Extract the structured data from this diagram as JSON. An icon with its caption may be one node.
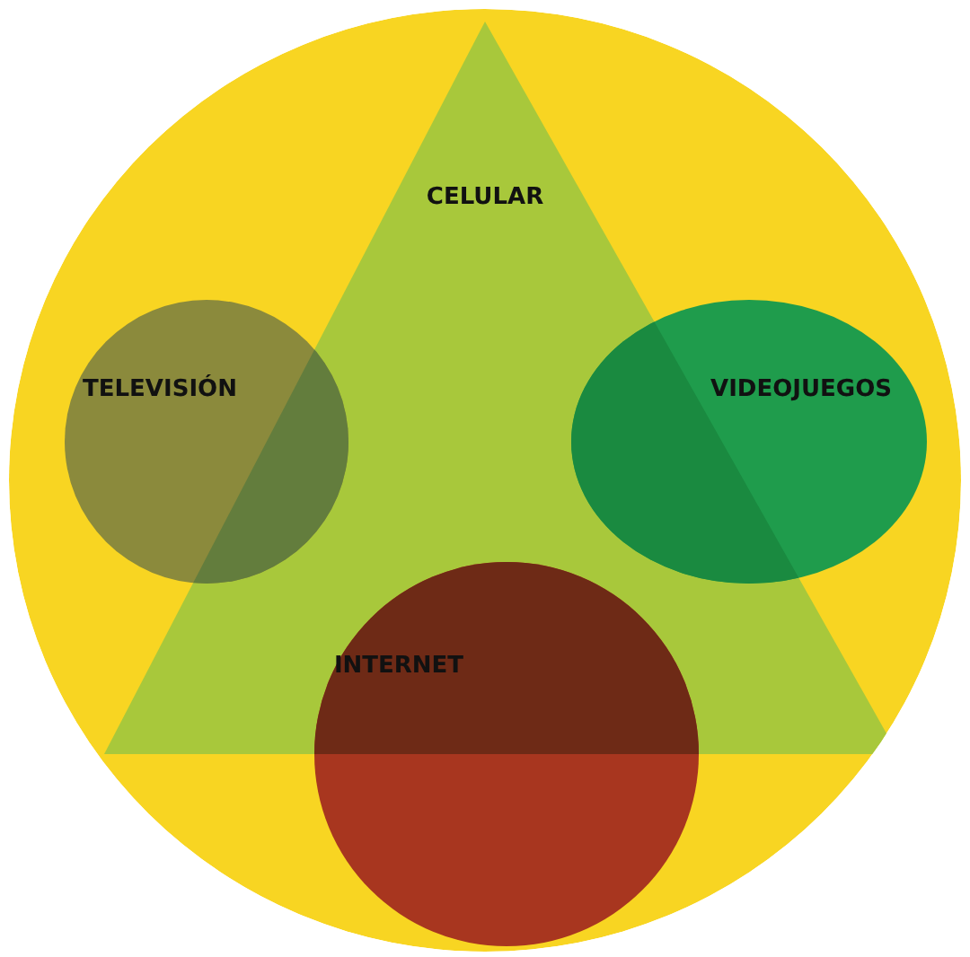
{
  "diagram": {
    "nodes": [
      {
        "text": [],
        "shape": "circle"
      },
      {
        "text": [
          "CELULAR"
        ],
        "in": 0
      },
      {
        "text": [
          "TELEVISIÓN"
        ],
        "in": 0
      },
      {
        "text": [
          "VIDEOJUEGOS"
        ],
        "in": 0
      },
      {
        "text": [
          "INTERNET"
        ],
        "in": 0
      }
    ]
  }
}
